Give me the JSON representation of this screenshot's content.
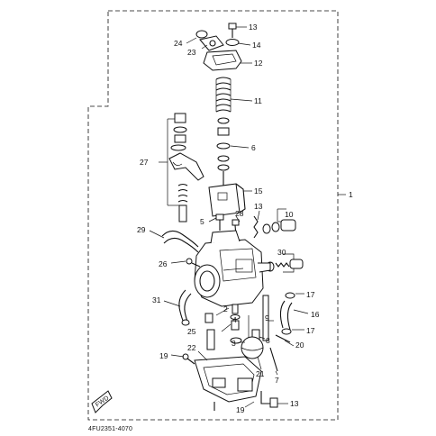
{
  "diagram": {
    "part_code": "4FU2351-4070",
    "callouts": [
      {
        "id": "c13a",
        "text": "13"
      },
      {
        "id": "c14",
        "text": "14"
      },
      {
        "id": "c24",
        "text": "24"
      },
      {
        "id": "c23",
        "text": "23"
      },
      {
        "id": "c12",
        "text": "12"
      },
      {
        "id": "c11",
        "text": "11"
      },
      {
        "id": "c6",
        "text": "6"
      },
      {
        "id": "c27",
        "text": "27"
      },
      {
        "id": "c15",
        "text": "15"
      },
      {
        "id": "c1",
        "text": "1"
      },
      {
        "id": "c28",
        "text": "28"
      },
      {
        "id": "c13b",
        "text": "13"
      },
      {
        "id": "c10",
        "text": "10"
      },
      {
        "id": "c5",
        "text": "5"
      },
      {
        "id": "c29",
        "text": "29"
      },
      {
        "id": "c30",
        "text": "30"
      },
      {
        "id": "c26",
        "text": "26"
      },
      {
        "id": "c17a",
        "text": "17"
      },
      {
        "id": "c31",
        "text": "31"
      },
      {
        "id": "c2",
        "text": "2"
      },
      {
        "id": "c9",
        "text": "9"
      },
      {
        "id": "c16",
        "text": "16"
      },
      {
        "id": "c4",
        "text": "4"
      },
      {
        "id": "c17b",
        "text": "17"
      },
      {
        "id": "c25",
        "text": "25"
      },
      {
        "id": "c3",
        "text": "3"
      },
      {
        "id": "c8",
        "text": "8"
      },
      {
        "id": "c20",
        "text": "20"
      },
      {
        "id": "c22",
        "text": "22"
      },
      {
        "id": "c21",
        "text": "21"
      },
      {
        "id": "c7",
        "text": "7"
      },
      {
        "id": "c19a",
        "text": "19"
      },
      {
        "id": "c13c",
        "text": "13"
      },
      {
        "id": "c19b",
        "text": "19"
      }
    ],
    "front_arrow": "FWD"
  }
}
